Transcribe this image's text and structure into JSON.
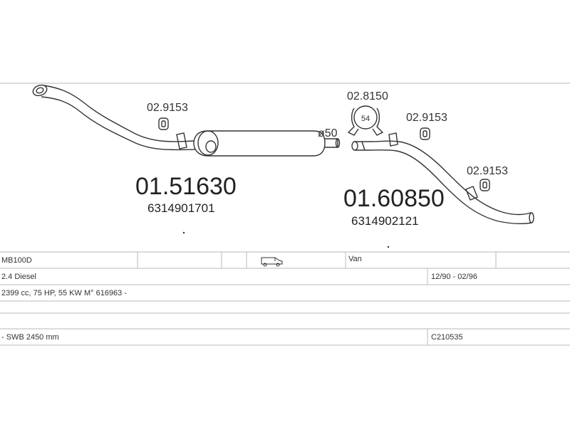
{
  "parts": {
    "clamp_left": "02.9153",
    "front_pipe_number": "01.51630",
    "front_pipe_oe": "6314901701",
    "diameter": "ø50",
    "clamp_ring": "02.8150",
    "clamp_ring_size": "54",
    "clamp_mid": "02.9153",
    "clamp_right": "02.9153",
    "rear_pipe_number": "01.60850",
    "rear_pipe_oe": "6314902121"
  },
  "table": {
    "model": "MB100D",
    "body_type": "Van",
    "engine": "2.4 Diesel",
    "years": "12/90 - 02/96",
    "spec": "2399 cc, 75 HP, 55 KW M° 616963 -",
    "wheelbase": "- SWB 2450 mm",
    "catalog_code": "C210535"
  },
  "icons": {
    "van": "van-icon"
  }
}
